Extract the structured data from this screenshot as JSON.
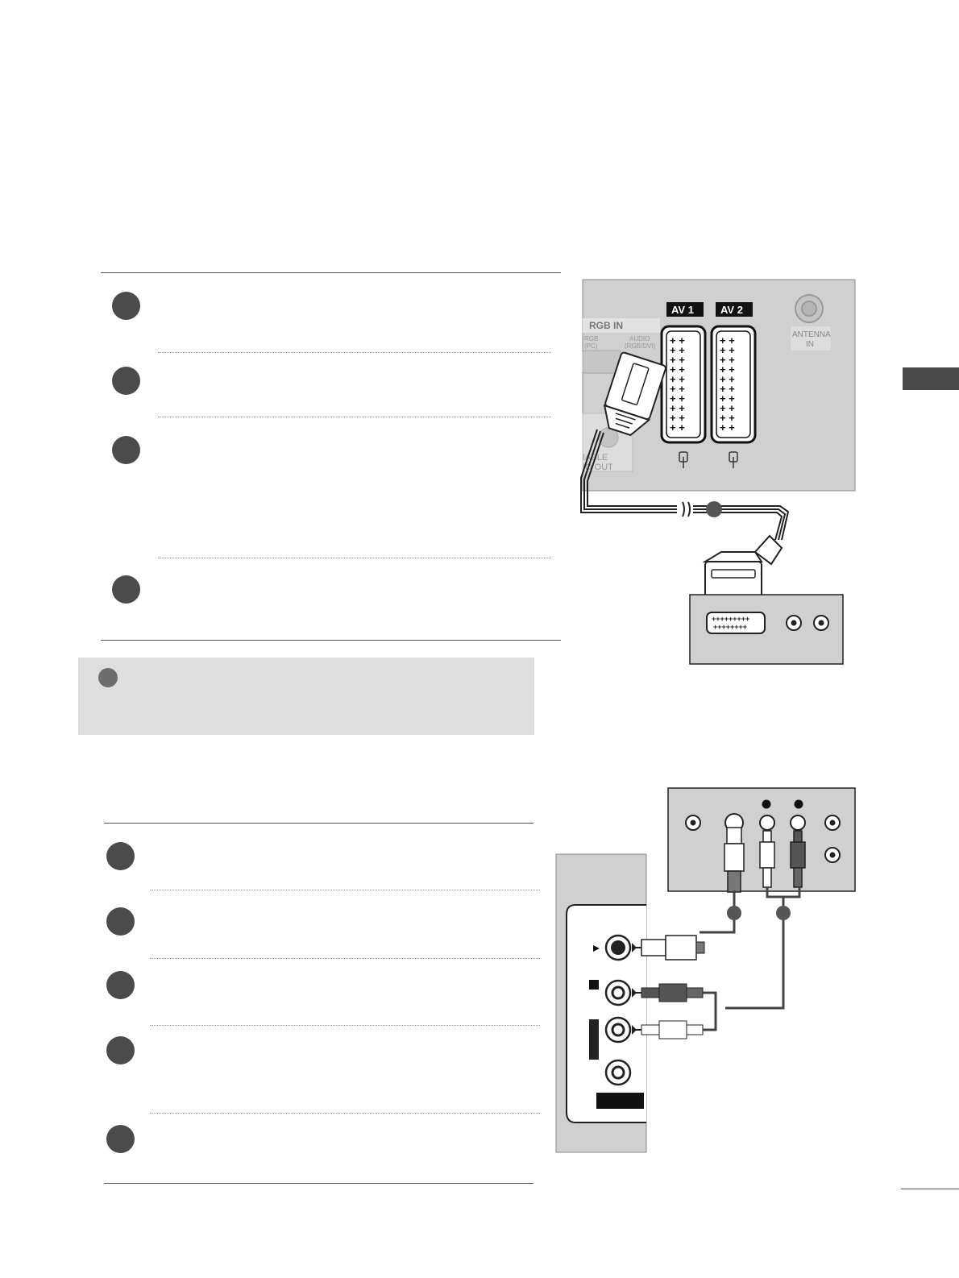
{
  "diagram_top": {
    "rgb_in": "RGB IN",
    "rgb_pc_label": "RGB\n(PC)",
    "audio_label": "AUDIO\n(RGB/DVI)",
    "av1": "AV 1",
    "av2": "AV 2",
    "antenna": "ANTENNA\nIN",
    "variable_out_fragment": "IABLE\nIO OUT"
  }
}
